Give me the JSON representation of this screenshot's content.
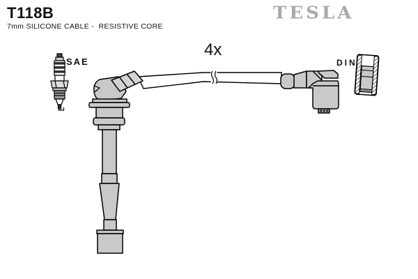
{
  "header": {
    "part_number": "T118B",
    "subtitle": "7mm SILICONE CABLE -  RESISTIVE CORE",
    "brand_logo": "TESLA"
  },
  "diagram": {
    "quantity_label": "4x",
    "connector_labels": {
      "plug_end": "SAE",
      "distributor_end": "DIN"
    },
    "components": [
      "spark-plug-icon",
      "plug-boot-icon",
      "silicone-cable-icon",
      "cable-break-mark-icon",
      "distributor-plug-icon",
      "din-terminal-cross-section-icon"
    ],
    "colors": {
      "background": "#ffffff",
      "outline": "#000000",
      "part_fill": "#c9c9c9",
      "bellows_fill": "#d3d3d3",
      "brand_gray": "#a9a9a9"
    }
  }
}
